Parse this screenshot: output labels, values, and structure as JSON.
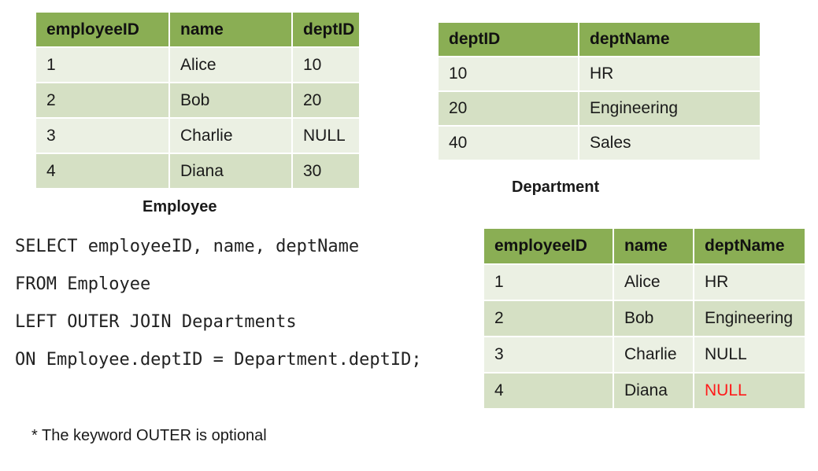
{
  "employee_table": {
    "caption": "Employee",
    "headers": [
      "employeeID",
      "name",
      "deptID"
    ],
    "rows": [
      [
        "1",
        "Alice",
        "10"
      ],
      [
        "2",
        "Bob",
        "20"
      ],
      [
        "3",
        "Charlie",
        "NULL"
      ],
      [
        "4",
        "Diana",
        "30"
      ]
    ]
  },
  "department_table": {
    "caption": "Department",
    "headers": [
      "deptID",
      "deptName"
    ],
    "rows": [
      [
        "10",
        "HR"
      ],
      [
        "20",
        "Engineering"
      ],
      [
        "40",
        "Sales"
      ]
    ]
  },
  "sql_query": {
    "lines": [
      "SELECT employeeID, name, deptName",
      "FROM Employee",
      "LEFT OUTER JOIN Departments",
      "ON Employee.deptID = Department.deptID;"
    ]
  },
  "result_table": {
    "headers": [
      "employeeID",
      "name",
      "deptName"
    ],
    "rows": [
      [
        "1",
        "Alice",
        "HR"
      ],
      [
        "2",
        "Bob",
        "Engineering"
      ],
      [
        "3",
        "Charlie",
        "NULL"
      ],
      [
        "4",
        "Diana",
        "NULL"
      ]
    ],
    "highlight_color": "#ff1a1a"
  },
  "footnote": "* The keyword OUTER is optional"
}
